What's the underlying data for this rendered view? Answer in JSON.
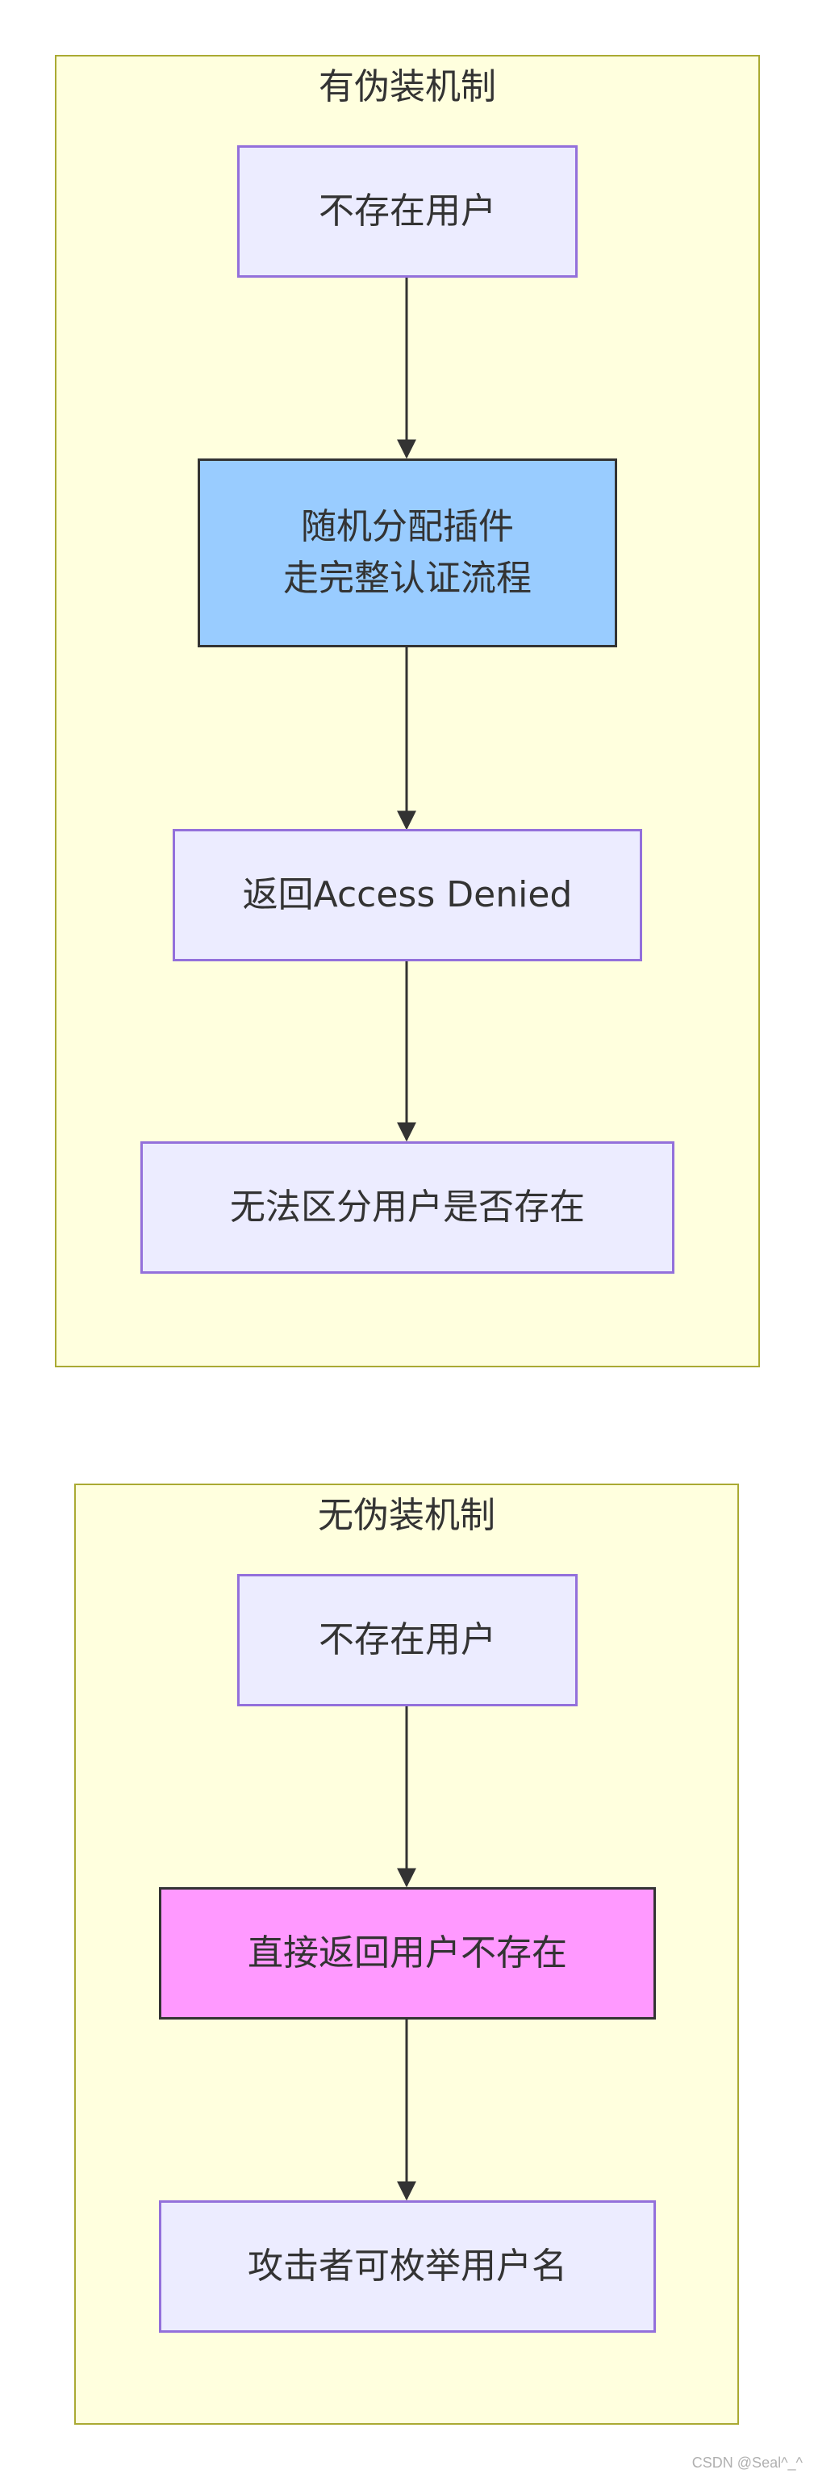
{
  "diagram": {
    "groups": [
      {
        "id": "with_masking",
        "title": "有伪装机制",
        "nodes": [
          {
            "id": "a1",
            "lines": [
              "不存在用户"
            ],
            "style": "default"
          },
          {
            "id": "a2",
            "lines": [
              "随机分配插件",
              "走完整认证流程"
            ],
            "style": "blue"
          },
          {
            "id": "a3",
            "lines": [
              "返回Access Denied"
            ],
            "style": "default"
          },
          {
            "id": "a4",
            "lines": [
              "无法区分用户是否存在"
            ],
            "style": "default"
          }
        ],
        "edges": [
          [
            "a1",
            "a2"
          ],
          [
            "a2",
            "a3"
          ],
          [
            "a3",
            "a4"
          ]
        ]
      },
      {
        "id": "without_masking",
        "title": "无伪装机制",
        "nodes": [
          {
            "id": "b1",
            "lines": [
              "不存在用户"
            ],
            "style": "default"
          },
          {
            "id": "b2",
            "lines": [
              "直接返回用户不存在"
            ],
            "style": "pink"
          },
          {
            "id": "b3",
            "lines": [
              "攻击者可枚举用户名"
            ],
            "style": "default"
          }
        ],
        "edges": [
          [
            "b1",
            "b2"
          ],
          [
            "b2",
            "b3"
          ]
        ]
      }
    ],
    "colors": {
      "cluster_fill": "#ffffde",
      "cluster_border": "#aaaa33",
      "node_fill": "#ececff",
      "node_border": "#9370db",
      "highlight_blue": "#99ccff",
      "highlight_pink": "#ff99ff",
      "edge": "#333333"
    }
  },
  "footer": {
    "watermark": "CSDN @Seal^_^"
  }
}
